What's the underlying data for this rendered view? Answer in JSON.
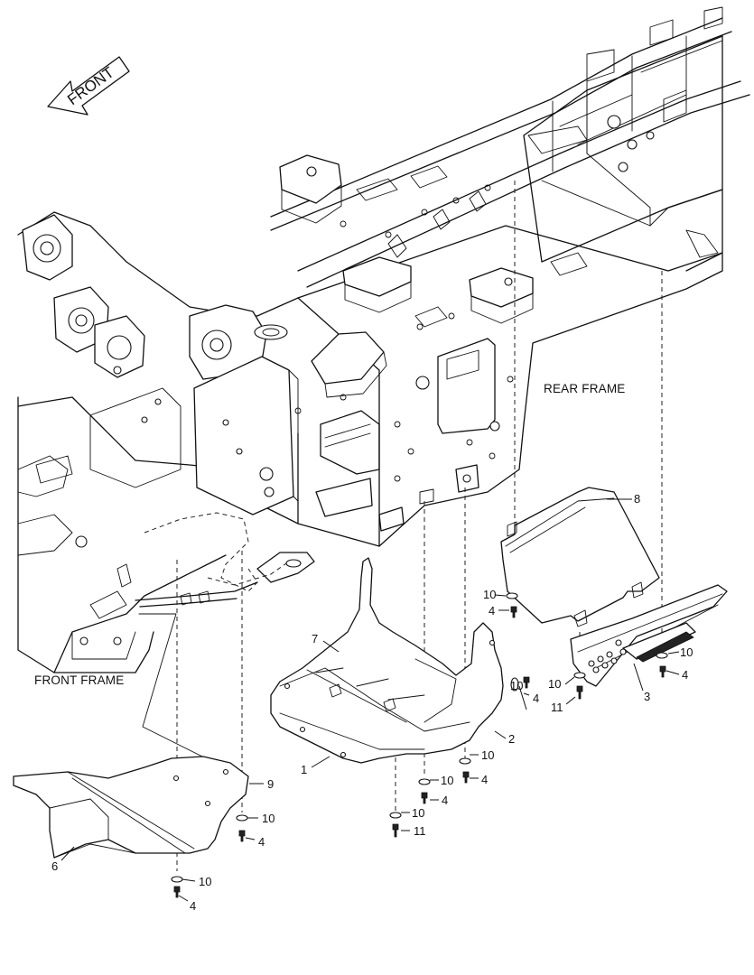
{
  "direction_arrow": {
    "label": "FRONT"
  },
  "areas": {
    "rear_frame": "REAR FRAME",
    "front_frame": "FRONT FRAME"
  },
  "callouts": {
    "p1": "1",
    "p2": "2",
    "p3": "3",
    "p4a": "4",
    "p4b": "4",
    "p4c": "4",
    "p4d": "4",
    "p4e": "4",
    "p4f": "4",
    "p4g": "4",
    "p6": "6",
    "p7": "7",
    "p8": "8",
    "p9": "9",
    "p10a": "10",
    "p10b": "10",
    "p10c": "10",
    "p10d": "10",
    "p10e": "10",
    "p10f": "10",
    "p10g": "10",
    "p10h": "10",
    "p10i": "10",
    "p11a": "11",
    "p11b": "11"
  }
}
